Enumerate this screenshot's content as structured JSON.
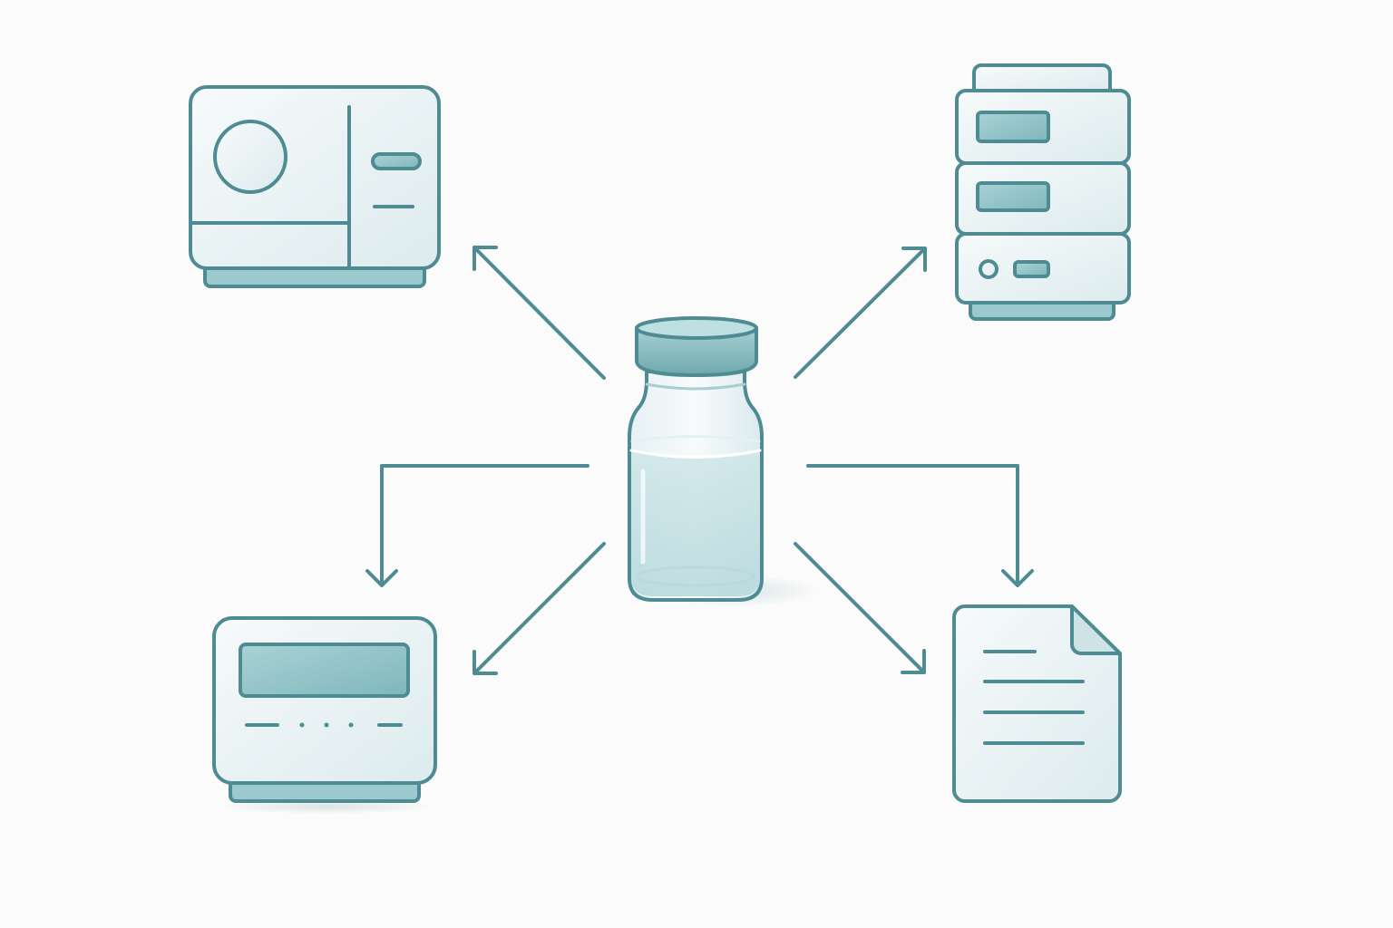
{
  "diagram": {
    "nodes": [
      {
        "id": "sample-vial",
        "icon": "vial-icon"
      },
      {
        "id": "analyzer-instrument",
        "icon": "analyzer-instrument-icon"
      },
      {
        "id": "storage-server",
        "icon": "server-stack-icon"
      },
      {
        "id": "display-device",
        "icon": "display-device-icon"
      },
      {
        "id": "report-document",
        "icon": "document-icon"
      }
    ],
    "edges": [
      {
        "from": "sample-vial",
        "to": "analyzer-instrument",
        "style": "diagonal-arrow"
      },
      {
        "from": "sample-vial",
        "to": "storage-server",
        "style": "diagonal-arrow"
      },
      {
        "from": "sample-vial",
        "to": "display-device",
        "style": "diagonal-arrow"
      },
      {
        "from": "sample-vial",
        "to": "report-document",
        "style": "diagonal-arrow"
      },
      {
        "from": "sample-vial",
        "to": "display-device",
        "style": "elbow-arrow"
      },
      {
        "from": "sample-vial",
        "to": "report-document",
        "style": "elbow-arrow"
      }
    ]
  },
  "colors": {
    "stroke": "#4f8b92",
    "fill_light": "#f2f7f8",
    "fill_accent": "#8fc3c7",
    "background": "#fbfbfb"
  }
}
